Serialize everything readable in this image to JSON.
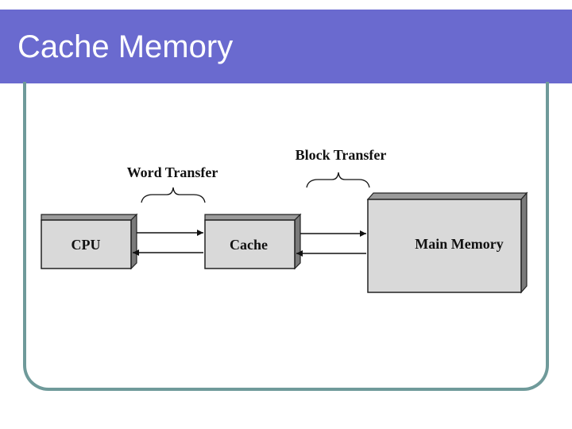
{
  "slide": {
    "title": "Cache Memory",
    "colors": {
      "title_band": "#6a6acf",
      "frame": "#6f9a9a",
      "box_fill": "#d9d9d9",
      "box_side": "#8a8a8a"
    }
  },
  "diagram": {
    "nodes": {
      "cpu": "CPU",
      "cache": "Cache",
      "main_memory": "Main Memory"
    },
    "transfers": {
      "word": "Word Transfer",
      "block": "Block Transfer"
    }
  }
}
